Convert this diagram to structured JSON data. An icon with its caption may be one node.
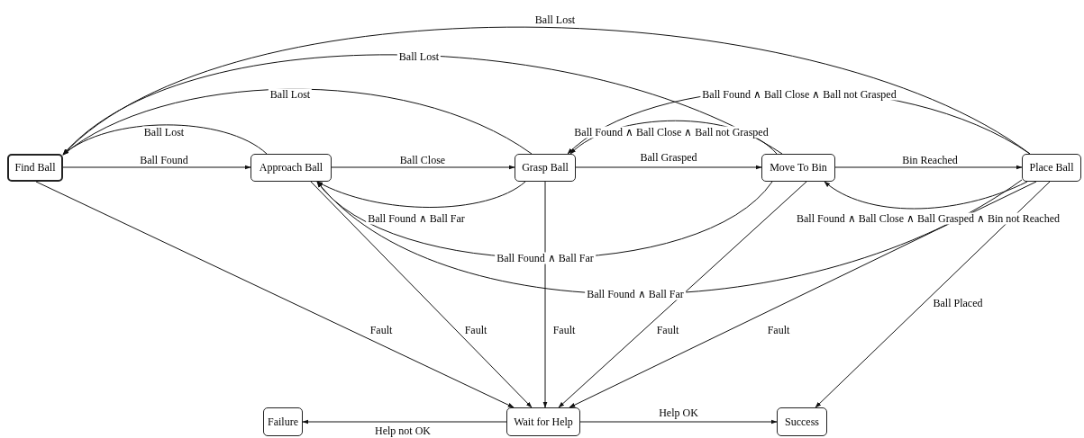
{
  "diagram": {
    "nodes": [
      {
        "text": [
          "Find Ball"
        ]
      },
      {
        "text": [
          "Approach Ball"
        ]
      },
      {
        "text": [
          "Grasp Ball"
        ]
      },
      {
        "text": [
          "Move To Bin"
        ]
      },
      {
        "text": [
          "Place Ball"
        ]
      },
      {
        "text": [
          "Failure"
        ]
      },
      {
        "text": [
          "Wait for Help"
        ]
      },
      {
        "text": [
          "Success"
        ]
      }
    ],
    "edges": [
      {
        "from": 0,
        "to": 1,
        "arrow": "to",
        "label": "Ball Found"
      },
      {
        "from": 1,
        "to": 2,
        "arrow": "to",
        "label": "Ball Close"
      },
      {
        "from": 2,
        "to": 3,
        "arrow": "to",
        "label": "Ball Grasped"
      },
      {
        "from": 3,
        "to": 4,
        "arrow": "to",
        "label": "Bin Reached"
      },
      {
        "from": 1,
        "to": 0,
        "arrow": "to",
        "label": "Ball Lost"
      },
      {
        "from": 2,
        "to": 0,
        "arrow": "to",
        "label": "Ball Lost"
      },
      {
        "from": 3,
        "to": 0,
        "arrow": "to",
        "label": "Ball Lost"
      },
      {
        "from": 4,
        "to": 0,
        "arrow": "to",
        "label": "Ball Lost"
      },
      {
        "from": 3,
        "to": 2,
        "arrow": "to",
        "label": "Ball Found ∧ Ball Close ∧ Ball not Grasped"
      },
      {
        "from": 4,
        "to": 2,
        "arrow": "to",
        "label": "Ball Found ∧ Ball Close ∧ Ball not Grasped"
      },
      {
        "from": 2,
        "to": 1,
        "arrow": "to",
        "label": "Ball Found ∧ Ball Far"
      },
      {
        "from": 3,
        "to": 1,
        "arrow": "to",
        "label": "Ball Found ∧ Ball Far"
      },
      {
        "from": 4,
        "to": 1,
        "arrow": "to",
        "label": "Ball Found ∧ Ball Far"
      },
      {
        "from": 4,
        "to": 3,
        "arrow": "to",
        "label": "Ball Found ∧ Ball Close ∧ Ball Grasped ∧ Bin not Reached"
      },
      {
        "from": 0,
        "to": 6,
        "arrow": "to",
        "label": "Fault"
      },
      {
        "from": 1,
        "to": 6,
        "arrow": "to",
        "label": "Fault"
      },
      {
        "from": 2,
        "to": 6,
        "arrow": "to",
        "label": "Fault"
      },
      {
        "from": 3,
        "to": 6,
        "arrow": "to",
        "label": "Fault"
      },
      {
        "from": 4,
        "to": 6,
        "arrow": "to",
        "label": "Fault"
      },
      {
        "from": 6,
        "to": 5,
        "arrow": "to",
        "label": "Help not OK"
      },
      {
        "from": 6,
        "to": 7,
        "arrow": "to",
        "label": "Help OK"
      },
      {
        "from": 4,
        "to": 7,
        "arrow": "to",
        "label": "Ball Placed"
      }
    ]
  }
}
